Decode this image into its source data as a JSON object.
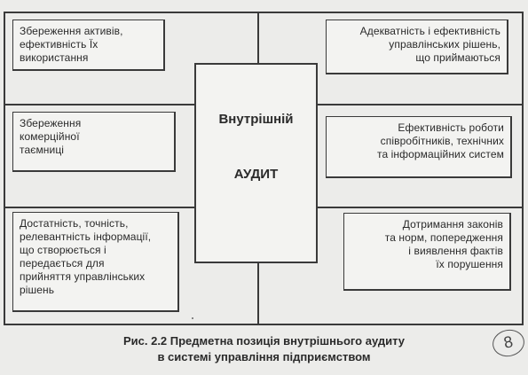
{
  "diagram": {
    "center": {
      "line1": "Внутрішній",
      "line2": "АУДИТ"
    },
    "left_boxes": [
      {
        "text": "Збереження активів,\nефективність Їх\nвикористання"
      },
      {
        "text": "Збереження\nкомерційної\nтаємниці"
      },
      {
        "text": "Достатність, точність,\nрелевантність інформації,\nщо створюється і\nпередається для\nприйняття управлінських\nрішень"
      }
    ],
    "right_boxes": [
      {
        "text": "Адекватність і ефективність\nуправлінських рішень,\nщо приймаються"
      },
      {
        "text": "Ефективність роботи\nспівробітників, технічних\nта інформаційних систем"
      },
      {
        "text": "Дотримання законів\nта норм, попередження\nі виявлення фактів\nїх порушення"
      }
    ]
  },
  "caption": {
    "line1": "Рис. 2.2 Предметна позиція внутрішнього аудиту",
    "line2": "в системі управління підприємством"
  },
  "page_mark": "8"
}
